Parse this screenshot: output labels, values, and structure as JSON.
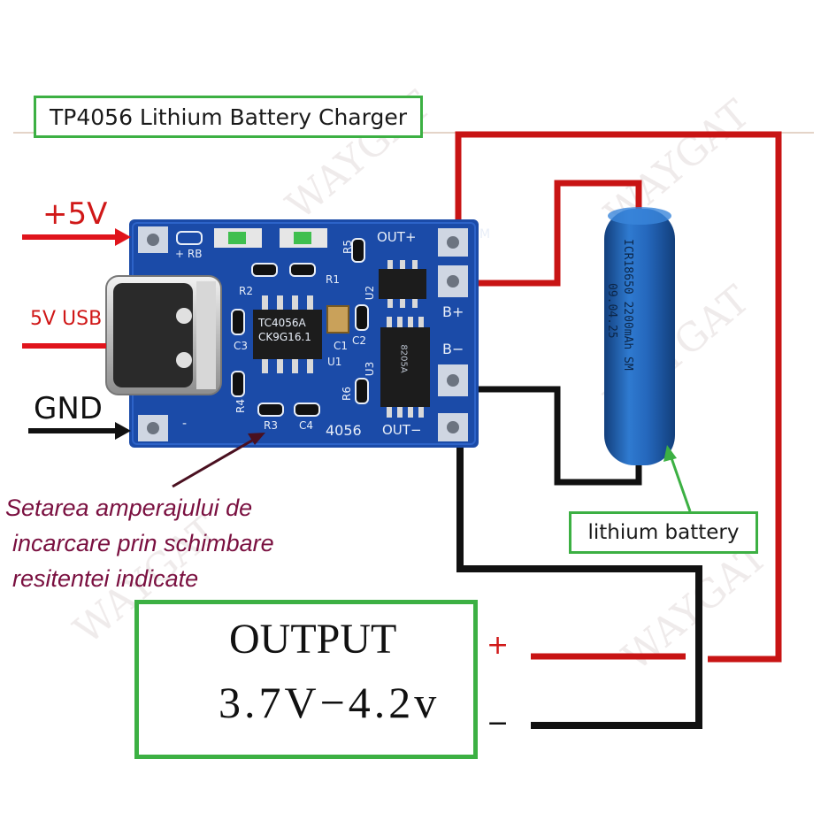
{
  "title": "TP4056 Lithium Battery Charger",
  "inputs": {
    "plus_5v": "+5V",
    "usb_5v": "5V USB",
    "gnd": "GND"
  },
  "board": {
    "out_plus": "OUT+",
    "out_minus": "OUT−",
    "b_plus": "B+",
    "b_minus": "B−",
    "m": "M",
    "plus_rb": "+ RB",
    "minus": "-",
    "model": "4056",
    "chip_line1": "TC4056A",
    "chip_line2": "CK9G16.1",
    "small_chip": "8205A",
    "refs": {
      "r1": "R1",
      "r2": "R2",
      "r3": "R3",
      "r4": "R4",
      "r5": "R5",
      "r6": "R6",
      "c1": "C1",
      "c2": "C2",
      "c3": "C3",
      "c4": "C4",
      "u1": "U1",
      "u2": "U2",
      "u3": "U3"
    }
  },
  "annotation": {
    "line1": "Setarea amperajului de",
    "line2": "incarcare prin schimbare",
    "line3": "resitentei indicate"
  },
  "output": {
    "title": "OUTPUT",
    "voltage": "3.7V−4.2v",
    "plus": "+",
    "minus": "−"
  },
  "battery": {
    "label": "lithium battery",
    "print_line1": "ICR18650 2200mAh SM",
    "print_line2": "09.04.25"
  },
  "watermark": "WAYGAT",
  "colors": {
    "pcb": "#1b4ba8",
    "pcb_dark": "#13397f",
    "wire_red": "#c81414",
    "wire_black": "#111111",
    "arrow_red": "#e0141c",
    "label_green": "#3cb043",
    "annotation": "#7a1040",
    "battery_blue": "#1f5fb0"
  }
}
